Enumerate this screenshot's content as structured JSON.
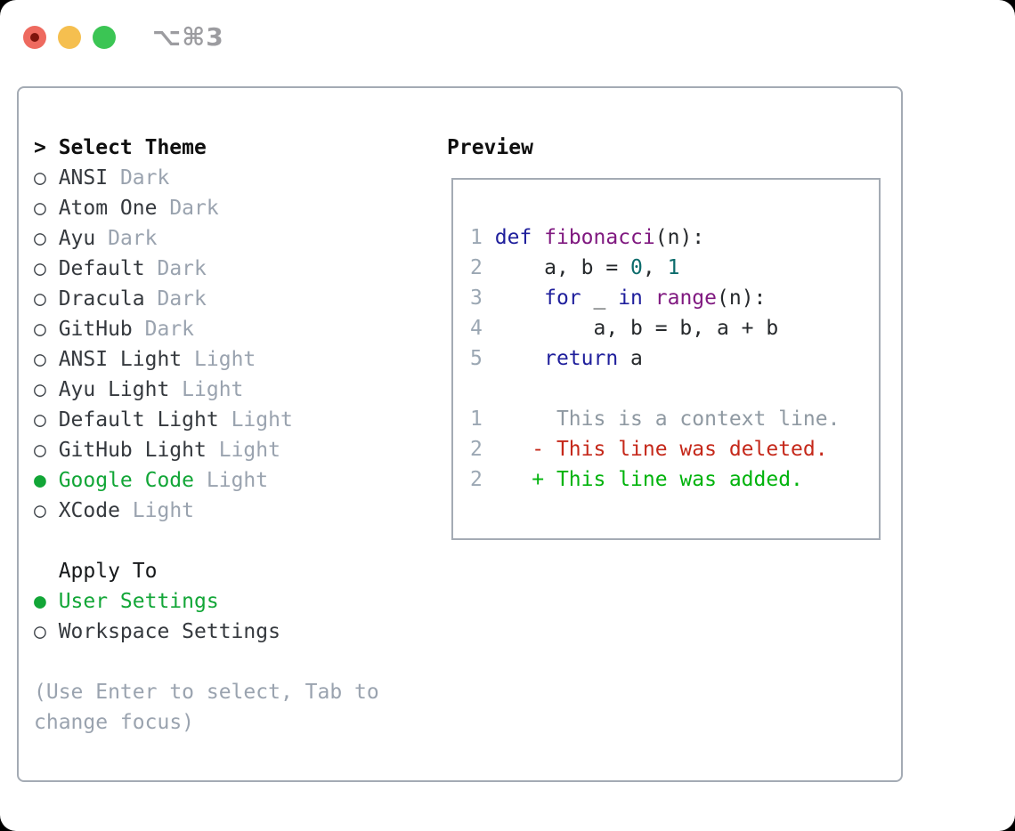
{
  "window": {
    "title": "⌥⌘3"
  },
  "colors": {
    "selection_green": "#12a637",
    "diff_added": "#00b30c",
    "diff_removed": "#c5281a",
    "syntax_keyword": "#1f1f9c",
    "syntax_function": "#801980",
    "syntax_literal": "#0d6c6c",
    "muted": "#9aa3af"
  },
  "theme_selector": {
    "prompt": ">",
    "title": "Select Theme",
    "radio_unselected": "○",
    "radio_selected": "●",
    "themes": [
      {
        "name": "ANSI",
        "variant": "Dark",
        "selected": false
      },
      {
        "name": "Atom One",
        "variant": "Dark",
        "selected": false
      },
      {
        "name": "Ayu",
        "variant": "Dark",
        "selected": false
      },
      {
        "name": "Default",
        "variant": "Dark",
        "selected": false
      },
      {
        "name": "Dracula",
        "variant": "Dark",
        "selected": false
      },
      {
        "name": "GitHub",
        "variant": "Dark",
        "selected": false
      },
      {
        "name": "ANSI Light",
        "variant": "Light",
        "selected": false
      },
      {
        "name": "Ayu Light",
        "variant": "Light",
        "selected": false
      },
      {
        "name": "Default Light",
        "variant": "Light",
        "selected": false
      },
      {
        "name": "GitHub Light",
        "variant": "Light",
        "selected": false
      },
      {
        "name": "Google Code",
        "variant": "Light",
        "selected": true
      },
      {
        "name": "XCode",
        "variant": "Light",
        "selected": false
      }
    ],
    "apply_to": {
      "title": "Apply To",
      "options": [
        {
          "name": "User Settings",
          "selected": true
        },
        {
          "name": "Workspace Settings",
          "selected": false
        }
      ]
    },
    "help_text": "(Use Enter to select, Tab to change focus)"
  },
  "preview": {
    "title": "Preview",
    "code_lines": [
      {
        "num": "1",
        "tokens": [
          {
            "t": " ",
            "c": "pl"
          },
          {
            "t": "def",
            "c": "kw"
          },
          {
            "t": " ",
            "c": "pl"
          },
          {
            "t": "fibonacci",
            "c": "fn"
          },
          {
            "t": "(n):",
            "c": "pl"
          }
        ]
      },
      {
        "num": "2",
        "tokens": [
          {
            "t": "     a, b = ",
            "c": "pl"
          },
          {
            "t": "0",
            "c": "num"
          },
          {
            "t": ", ",
            "c": "pl"
          },
          {
            "t": "1",
            "c": "num"
          }
        ]
      },
      {
        "num": "3",
        "tokens": [
          {
            "t": "     ",
            "c": "pl"
          },
          {
            "t": "for",
            "c": "kw"
          },
          {
            "t": " _ ",
            "c": "pl"
          },
          {
            "t": "in",
            "c": "kw"
          },
          {
            "t": " ",
            "c": "pl"
          },
          {
            "t": "range",
            "c": "fn"
          },
          {
            "t": "(n):",
            "c": "pl"
          }
        ]
      },
      {
        "num": "4",
        "tokens": [
          {
            "t": "         a, b = b, a + b",
            "c": "pl"
          }
        ]
      },
      {
        "num": "5",
        "tokens": [
          {
            "t": "     ",
            "c": "pl"
          },
          {
            "t": "return",
            "c": "kw"
          },
          {
            "t": " a",
            "c": "pl"
          }
        ]
      }
    ],
    "diff_lines": [
      {
        "num": "1",
        "gap": "      ",
        "sign": "",
        "text": "This is a context line.",
        "type": "context"
      },
      {
        "num": "2",
        "gap": "    ",
        "sign": "-",
        "text": " This line was deleted.",
        "type": "deleted"
      },
      {
        "num": "2",
        "gap": "    ",
        "sign": "+",
        "text": " This line was added.",
        "type": "added"
      }
    ]
  }
}
